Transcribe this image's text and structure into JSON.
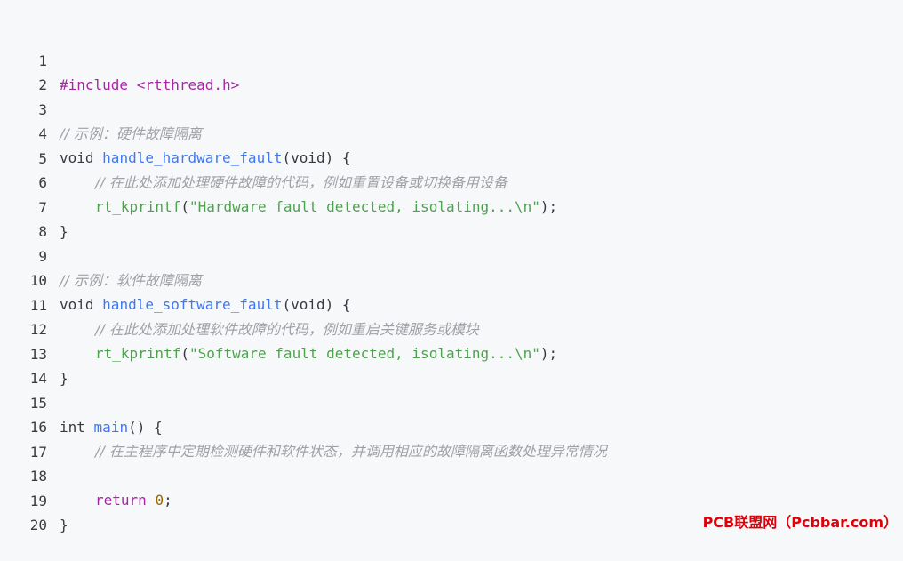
{
  "code": {
    "line_numbers": [
      "1",
      "2",
      "3",
      "4",
      "5",
      "6",
      "7",
      "8",
      "9",
      "10",
      "11",
      "12",
      "13",
      "14",
      "15",
      "16",
      "17",
      "18",
      "19",
      "20"
    ],
    "l1": {
      "directive": "#include",
      "header": " <rtthread.h>"
    },
    "l3": {
      "comment": "// 示例：硬件故障隔离"
    },
    "l4": {
      "kw": "void",
      "sp": " ",
      "fn": "handle_hardware_fault",
      "p1": "(",
      "arg": "void",
      "p2": ") {"
    },
    "l5": {
      "comment": "// 在此处添加处理硬件故障的代码，例如重置设备或切换备用设备"
    },
    "l6": {
      "call": "rt_kprintf",
      "p1": "(",
      "str": "\"Hardware fault detected, isolating...\\n\"",
      "p2": ");"
    },
    "l7": {
      "text": "}"
    },
    "l9": {
      "comment": "// 示例：软件故障隔离"
    },
    "l10": {
      "kw": "void",
      "sp": " ",
      "fn": "handle_software_fault",
      "p1": "(",
      "arg": "void",
      "p2": ") {"
    },
    "l11": {
      "comment": "// 在此处添加处理软件故障的代码，例如重启关键服务或模块"
    },
    "l12": {
      "call": "rt_kprintf",
      "p1": "(",
      "str": "\"Software fault detected, isolating...\\n\"",
      "p2": ");"
    },
    "l13": {
      "text": "}"
    },
    "l15": {
      "kw": "int",
      "sp": " ",
      "fn": "main",
      "p2": "() {"
    },
    "l16": {
      "comment": "// 在主程序中定期检测硬件和软件状态，并调用相应的故障隔离函数处理异常情况"
    },
    "l18": {
      "kw": "return",
      "sp": " ",
      "num": "0",
      "p2": ";"
    },
    "l19": {
      "text": "}"
    }
  },
  "colors": {
    "background": "#f6f8fa",
    "keyword": "#a626a4",
    "function": "#4078f2",
    "string": "#50a14f",
    "number": "#986801",
    "comment": "#a0a1a7",
    "watermark": "#e0000a"
  },
  "watermark": "PCB联盟网（Pcbbar.com）"
}
